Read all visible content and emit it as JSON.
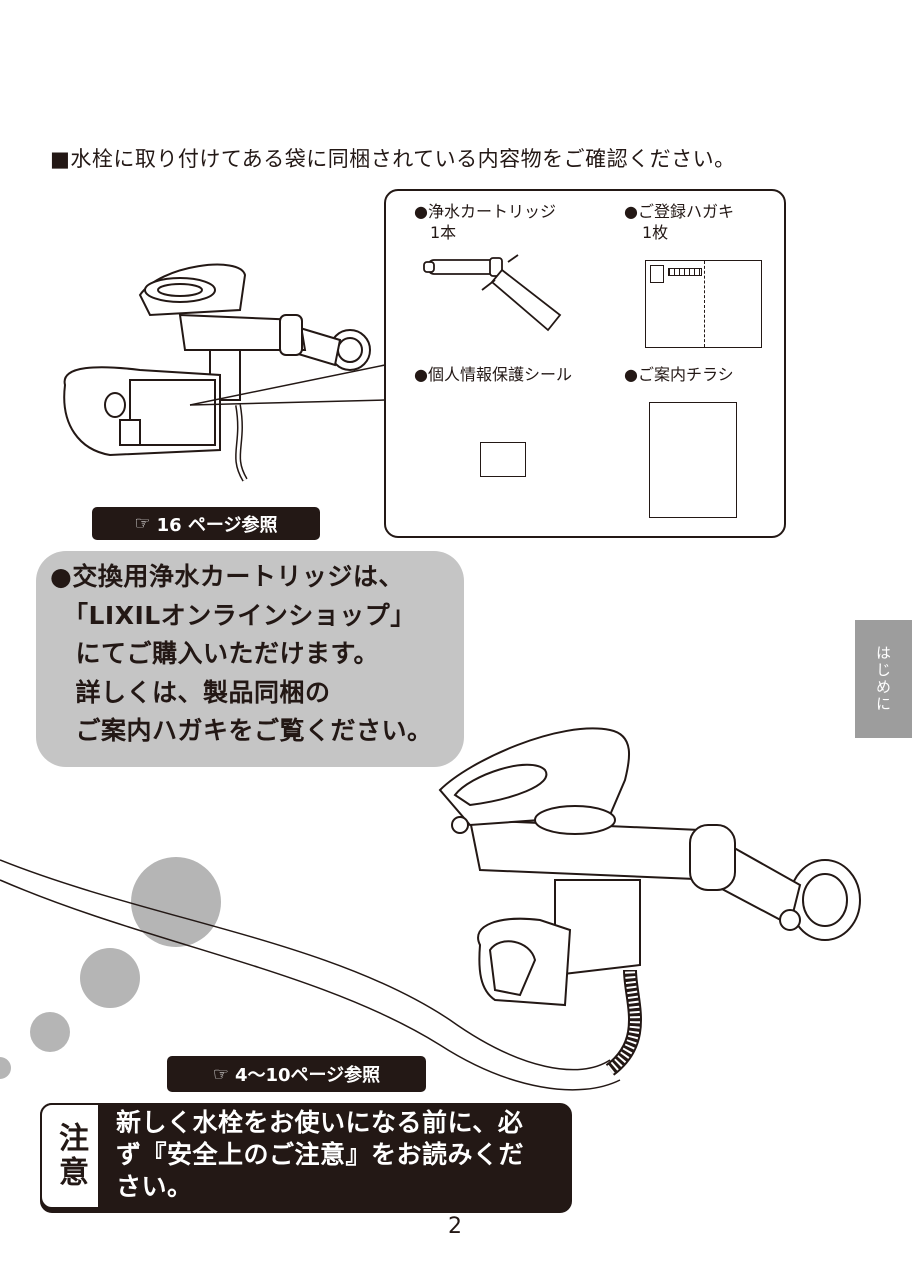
{
  "heading": "■水栓に取り付けてある袋に同梱されている内容物をご確認ください。",
  "contents": {
    "items": [
      {
        "label": "●浄水カートリッジ",
        "qty": "1本"
      },
      {
        "label": "●ご登録ハガキ",
        "qty": "1枚"
      },
      {
        "label": "●個人情報保護シール"
      },
      {
        "label": "●ご案内チラシ"
      }
    ]
  },
  "ref_top": {
    "icon": "pointing-hand-icon",
    "text": "16 ページ参照"
  },
  "bubble": {
    "text": "●交換用浄水カートリッジは、\n　「LIXILオンラインショップ」\n　にてご購入いただけます。\n　詳しくは、製品同梱の\n　ご案内ハガキをご覧ください。"
  },
  "side_tab": "はじめに",
  "ref_bottom": {
    "icon": "pointing-hand-icon",
    "text": "4〜10ページ参照"
  },
  "caution": {
    "label": "注意",
    "text": "新しく水栓をお使いになる前に、必\nず『安全上のご注意』をお読みくだ\nさい。"
  },
  "page_number": "2",
  "colors": {
    "ink": "#231815",
    "bubble": "#c5c5c5",
    "tab": "#9d9d9d",
    "circles": "#b5b5b5"
  }
}
